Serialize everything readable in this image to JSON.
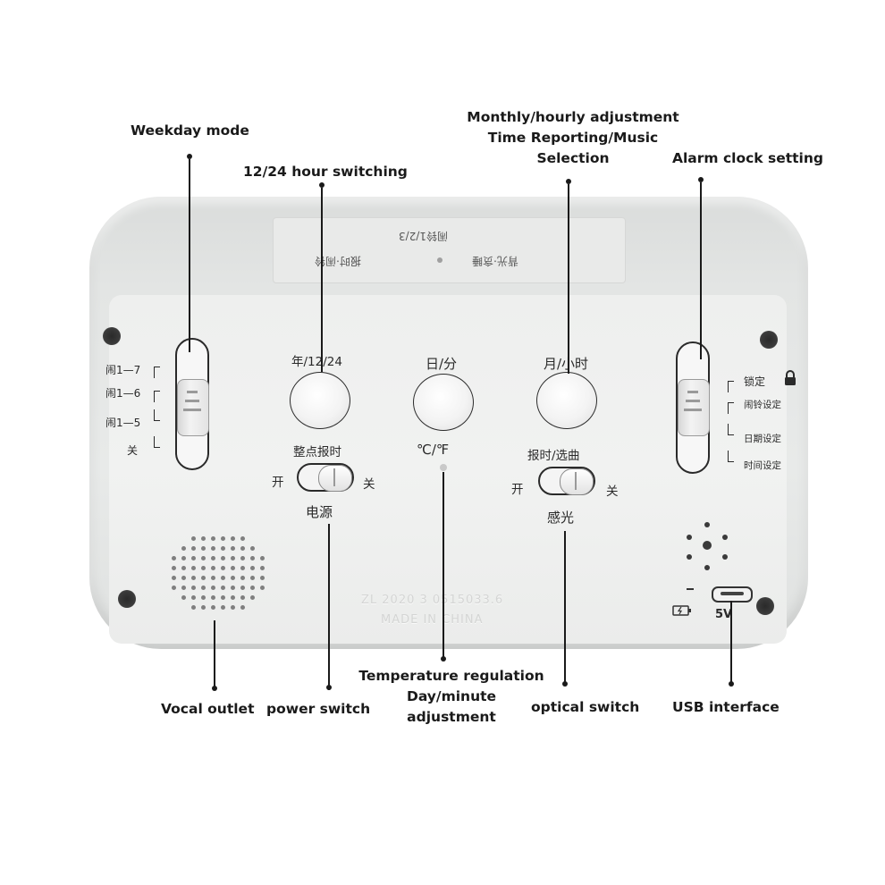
{
  "callouts": {
    "weekday_mode": "Weekday mode",
    "hour_switch": "12/24 hour switching",
    "monthly_line1": "Monthly/hourly adjustment",
    "monthly_line2": "Time Reporting/Music",
    "monthly_line3": "Selection",
    "alarm_setting": "Alarm clock setting",
    "vocal_outlet": "Vocal outlet",
    "power_switch": "power switch",
    "temp_line1": "Temperature regulation",
    "temp_line2": "Day/minute",
    "temp_line3": "adjustment",
    "optical_switch": "optical switch",
    "usb_interface": "USB interface"
  },
  "device": {
    "plate_row1": "闹铃1/2/3",
    "plate_row2_a": "背光·贪睡",
    "plate_row2_b": "报时·闹铃",
    "btn_year_label": "年/12/24",
    "btn_day_label": "日/分",
    "btn_month_label": "月/小时",
    "temp_label": "℃/℉",
    "chime_label": "整点报时",
    "power_label": "电源",
    "report_label": "报时/选曲",
    "light_label": "感光",
    "on_label": "开",
    "off_label": "关",
    "left_slider": [
      "闹1—7",
      "闹1—6",
      "闹1—5",
      "关"
    ],
    "right_slider": [
      "锁定",
      "闹铃设定",
      "日期设定",
      "时间设定"
    ],
    "usb_label": "5V",
    "emboss1": "ZL 2020 3 0515033.6",
    "emboss2": "MADE IN CHINA"
  },
  "icons": {
    "lock": "lock-icon",
    "battery": "battery-icon"
  }
}
